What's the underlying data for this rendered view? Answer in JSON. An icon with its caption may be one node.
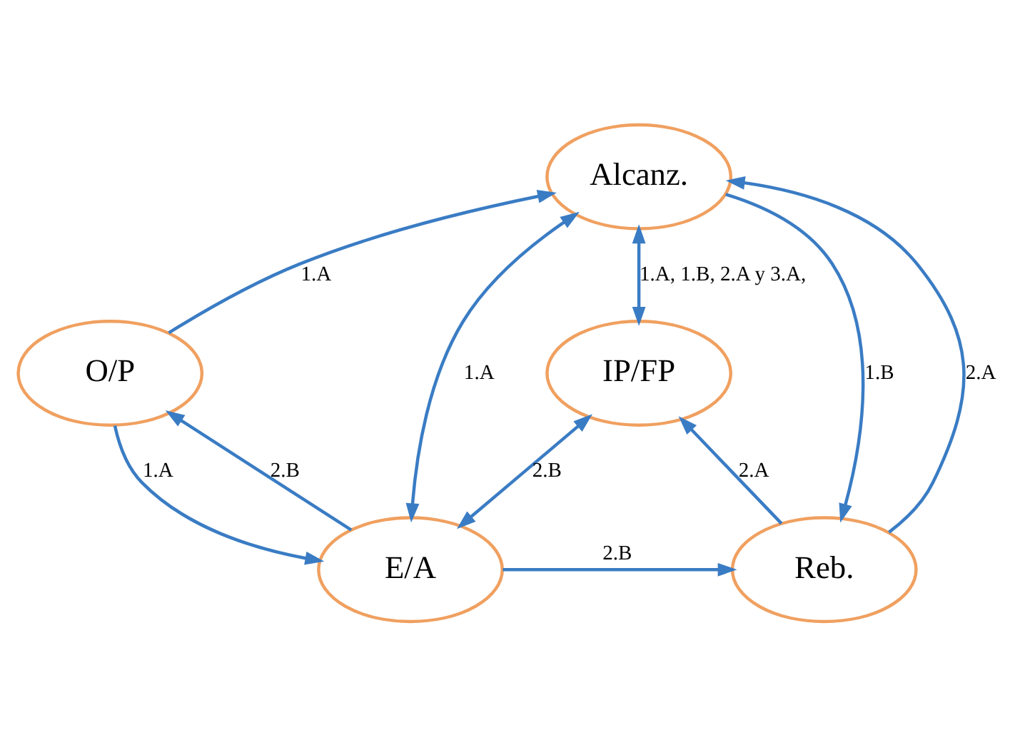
{
  "diagram": {
    "nodes": [
      {
        "text": [
          "Alcanz."
        ]
      },
      {
        "text": [
          "O/P"
        ]
      },
      {
        "text": [
          "IP/FP"
        ]
      },
      {
        "text": [
          "E/A"
        ]
      },
      {
        "text": [
          "Reb."
        ]
      }
    ],
    "edges": [
      {
        "from": 1,
        "to": 0,
        "arrow": "to",
        "label": "1.A"
      },
      {
        "from": 0,
        "to": 2,
        "arrow": "both",
        "label": "1.A, 1.B, 2.A y 3.A,"
      },
      {
        "from": 1,
        "to": 3,
        "arrow": "to",
        "label": "1.A"
      },
      {
        "from": 3,
        "to": 1,
        "arrow": "to",
        "label": "2.B"
      },
      {
        "from": 3,
        "to": 0,
        "arrow": "both",
        "label": "1.A"
      },
      {
        "from": 0,
        "to": 4,
        "arrow": "to",
        "label": "1.B"
      },
      {
        "from": 4,
        "to": 0,
        "arrow": "to",
        "label": "2.A"
      },
      {
        "from": 4,
        "to": 2,
        "arrow": "to",
        "label": "2.A"
      },
      {
        "from": 3,
        "to": 4,
        "arrow": "to",
        "label": "2.B"
      },
      {
        "from": 3,
        "to": 2,
        "arrow": "both",
        "label": "2.B"
      }
    ]
  }
}
